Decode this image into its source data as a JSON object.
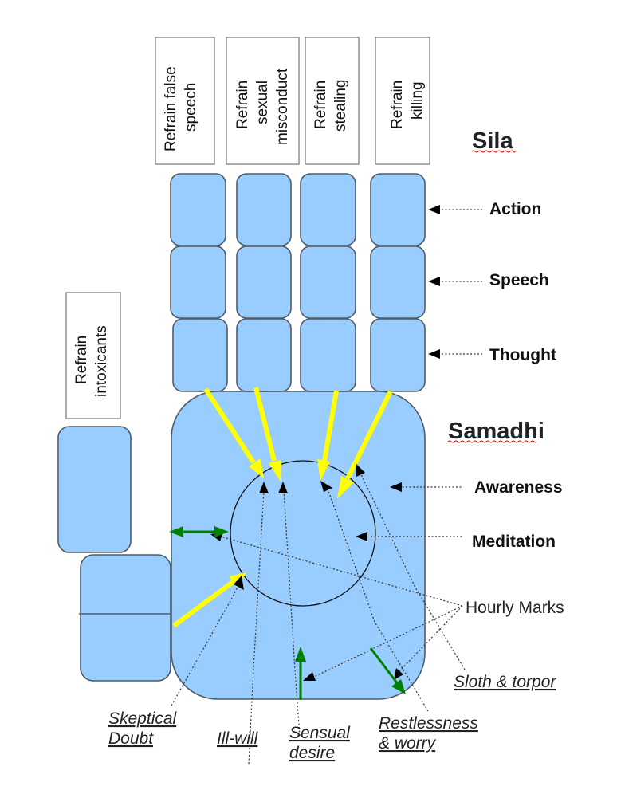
{
  "precepts": {
    "false_speech": [
      "Refrain false",
      "speech"
    ],
    "sexual_misconduct": [
      "Refrain",
      "sexual",
      "misconduct"
    ],
    "stealing": [
      "Refrain",
      "stealing"
    ],
    "killing": [
      "Refrain",
      "killing"
    ],
    "intoxicants": [
      "Refrain",
      "intoxicants"
    ]
  },
  "sections": {
    "sila": "Sila",
    "samadhi": "Samadhi"
  },
  "finger_rows": {
    "action": "Action",
    "speech": "Speech",
    "thought": "Thought"
  },
  "palm_labels": {
    "awareness": "Awareness",
    "meditation": "Meditation",
    "hourly_marks": "Hourly Marks"
  },
  "hindrances": {
    "skeptical_doubt": [
      "Skeptical",
      "Doubt"
    ],
    "ill_will": [
      "Ill-will"
    ],
    "sensual_desire": [
      "Sensual",
      "desire"
    ],
    "restlessness_worry": [
      "Restlessness",
      "& worry"
    ],
    "sloth_torpor": [
      "Sloth & torpor"
    ]
  },
  "colors": {
    "hand_fill": "#99ccff",
    "hand_outline": "#4f5b66",
    "precept_arrow": "#ffff00",
    "hourly_mark_arrow": "#008000",
    "spellcheck_underline": "#e00000"
  }
}
